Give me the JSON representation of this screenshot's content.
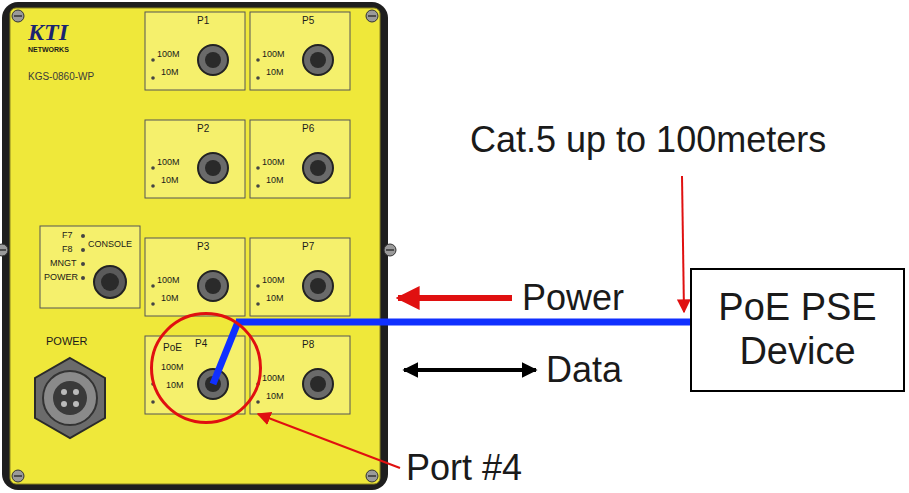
{
  "diagram": {
    "nodes": [
      {
        "text": [
          "PoE",
          "P4",
          "100M",
          "10M"
        ]
      },
      {
        "text": [
          "PoE PSE Device"
        ]
      }
    ],
    "edges": [
      {
        "from": 0,
        "to": 1,
        "arrow": "none"
      }
    ],
    "labels": [
      "KTI",
      "NETWORKS",
      "KGS-0860-WP",
      "P1",
      "100M",
      "10M",
      "P5",
      "100M",
      "10M",
      "P2",
      "100M",
      "10M",
      "P6",
      "100M",
      "10M",
      "F7",
      "F8",
      "MNGT",
      "POWER",
      "CONSOLE",
      "P3",
      "100M",
      "10M",
      "P7",
      "100M",
      "10M",
      "POWER",
      "P8",
      "100M",
      "10M",
      "Cat.5 up to 100meters",
      "Power",
      "Data",
      "Port #4"
    ]
  }
}
